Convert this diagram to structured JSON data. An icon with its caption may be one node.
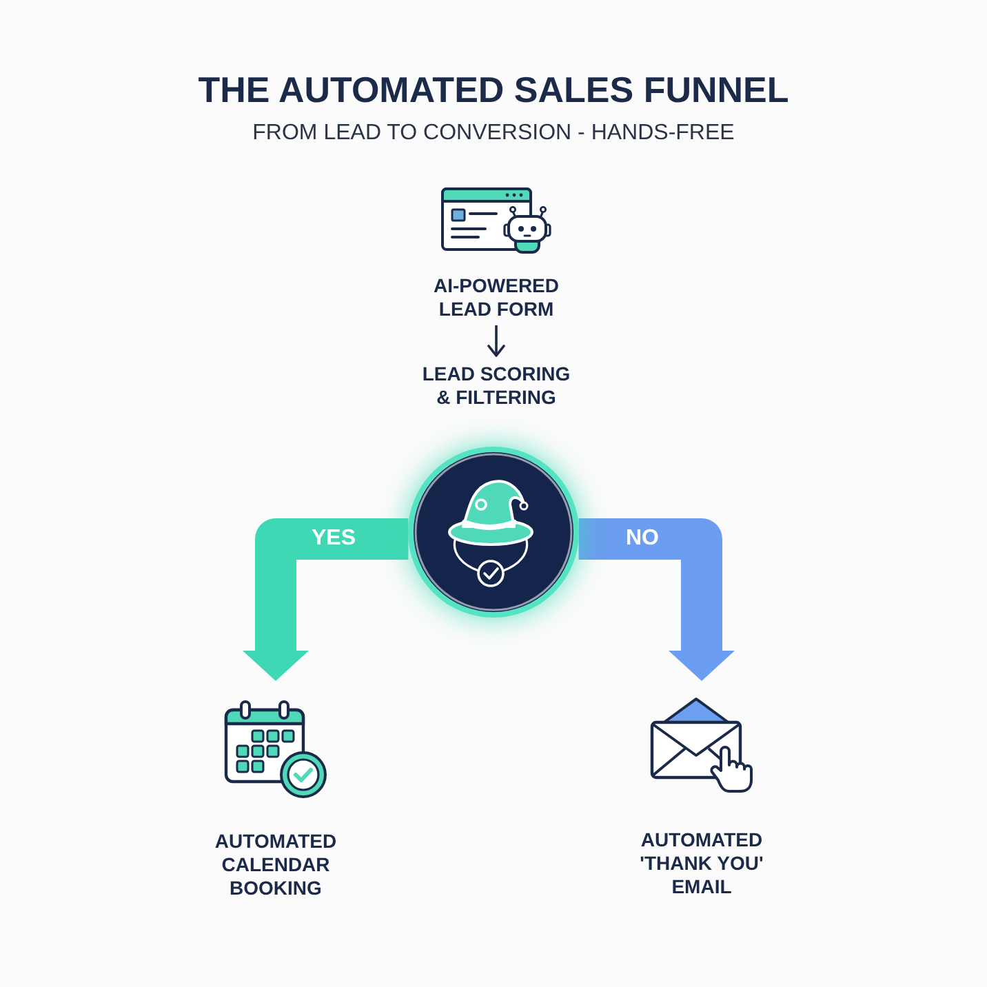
{
  "diagram": {
    "title": "THE AUTOMATED SALES FUNNEL",
    "nodes": [
      {
        "text": [
          "AI-POWERED LEAD FORM"
        ]
      },
      {
        "text": [
          "LEAD SCORING & FILTERING"
        ]
      },
      {
        "text": [],
        "shape": "circle"
      },
      {
        "text": [
          "AUTOMATED CALENDAR BOOKING"
        ]
      },
      {
        "text": [
          "AUTOMATED 'THANK YOU' EMAIL"
        ]
      }
    ],
    "edges": [
      {
        "from": 0,
        "to": 1,
        "arrow": "to"
      },
      {
        "from": 2,
        "to": 3,
        "arrow": "to",
        "label": "YES",
        "color": "#3fd8b4"
      },
      {
        "from": 2,
        "to": 4,
        "arrow": "to",
        "label": "NO",
        "color": "#6b9ef0"
      }
    ],
    "labels": [
      "FROM LEAD TO CONVERSION - HANDS-FREE"
    ]
  }
}
